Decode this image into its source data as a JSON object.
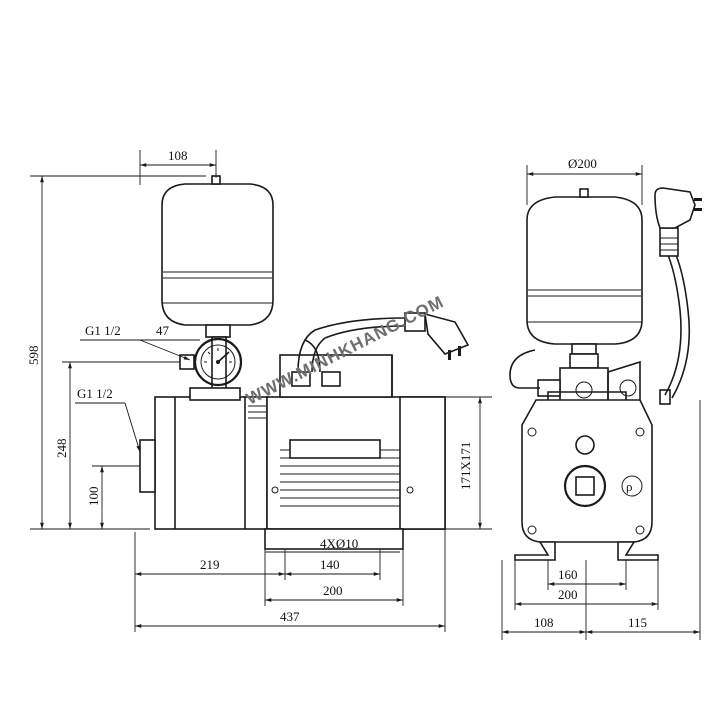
{
  "dimensions": {
    "tank_width_left": "108",
    "outlet_thread": "G1 1/2",
    "outlet_offset": "47",
    "inlet_thread": "G1 1/2",
    "total_height": "598",
    "inlet_height": "248",
    "inlet_axis_height": "100",
    "motor_section": "171X171",
    "mounting_holes": "4XØ10",
    "inlet_to_base": "219",
    "base_hole_spacing": "140",
    "base_length": "200",
    "total_length": "437",
    "tank_diameter": "Ø200",
    "base_hole_spacing_front": "160",
    "base_width_front": "200",
    "left_offset_front": "108",
    "right_offset_front": "115"
  },
  "watermark": "WWW.MINHKHANG.COM",
  "colors": {
    "line": "#1a1a1a",
    "background": "#ffffff",
    "watermark": "#6f6f6f"
  }
}
